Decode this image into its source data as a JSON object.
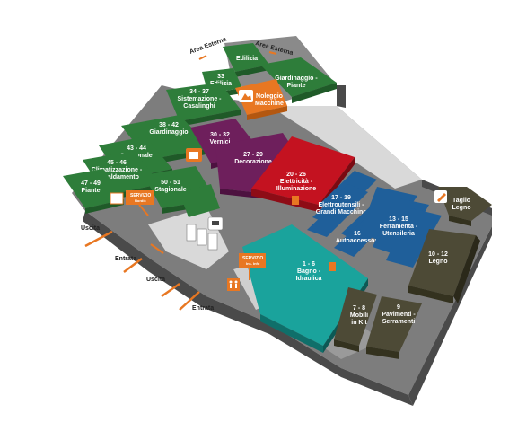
{
  "map": {
    "colors": {
      "floor": "#8a8a8a",
      "floor_light": "#d9d9d9",
      "wall": "#4a4a4a",
      "green": "#2e7d3a",
      "green_dark": "#1f5a28",
      "purple": "#6e1f5c",
      "purple_dark": "#4d1240",
      "red": "#c41220",
      "red_dark": "#8e0c16",
      "blue": "#1f5f9a",
      "blue_dark": "#123f6a",
      "teal": "#1aa39c",
      "teal_dark": "#0f6f6a",
      "khaki": "#4d4a36",
      "khaki_dark": "#34321f",
      "orange": "#e87722"
    },
    "outside": {
      "area_esterna_1": "Area Esterna",
      "area_esterna_2": "Area Esterna",
      "uscita_1": "Uscita",
      "entrata_1": "Entrata",
      "uscita_2": "Uscita",
      "entrata_2": "Entrata"
    },
    "zones": {
      "edilizia": {
        "line1": "Edilizia"
      },
      "edilizia_33": {
        "line1": "33",
        "line2": "Edilizia"
      },
      "giardinaggio_piante": {
        "line1": "Giardinaggio -",
        "line2": "Piante"
      },
      "sistemazione": {
        "line1": "34 - 37",
        "line2": "Sistemazione -",
        "line3": "Casalinghi"
      },
      "noleggio": {
        "line1": "Noleggio",
        "line2": "Macchine"
      },
      "giardinaggio": {
        "line1": "38 - 42",
        "line2": "Giardinaggio"
      },
      "vernici": {
        "line1": "30 - 32",
        "line2": "Vernici"
      },
      "stagionale_43": {
        "line1": "43 - 44",
        "line2": "Stagionale"
      },
      "climatizzazione": {
        "line1": "45 - 46",
        "line2": "Climatizzazione -",
        "line3": "Riscaldamento"
      },
      "decorazione": {
        "line1": "27 - 29",
        "line2": "Decorazione"
      },
      "elettricita": {
        "line1": "20 - 26",
        "line2": "Elettricità -",
        "line3": "Illuminazione"
      },
      "piante_47": {
        "line1": "47 - 49",
        "line2": "Piante"
      },
      "stagionale_50": {
        "line1": "50 - 51",
        "line2": "Stagionale"
      },
      "elettroutensili": {
        "line1": "17 - 19",
        "line2": "Elettroutensili -",
        "line3": "Grandi Macchine"
      },
      "taglio_legno": {
        "line1": "Taglio",
        "line2": "Legno"
      },
      "autoaccessori": {
        "line1": "16",
        "line2": "Autoaccessori"
      },
      "ferramenta": {
        "line1": "13 - 15",
        "line2": "Ferramenta -",
        "line3": "Utensileria"
      },
      "bagno": {
        "line1": "1 - 6",
        "line2": "Bagno -",
        "line3": "Idraulica"
      },
      "legno": {
        "line1": "10 - 12",
        "line2": "Legno"
      },
      "mobili": {
        "line1": "7 - 8",
        "line2": "Mobili",
        "line3": "in Kit"
      },
      "pavimenti": {
        "line1": "9",
        "line2": "Pavimenti -",
        "line3": "Serramenti"
      }
    },
    "services": {
      "servizio_1": {
        "title": "SERVIZIO",
        "sub": "Nordic"
      },
      "servizio_2": {
        "title": "SERVIZIO",
        "sub": "Ins. Info"
      }
    }
  }
}
